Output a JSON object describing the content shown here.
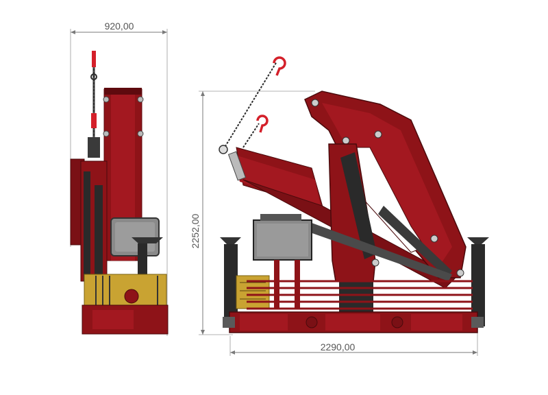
{
  "dimensions": {
    "side_width": "920,00",
    "height": "2252,00",
    "front_width": "2290,00"
  },
  "colors": {
    "crane_red": "#8e1318",
    "crane_red_light": "#b0202a",
    "crane_red_dark": "#5e0a0e",
    "cylinder_dark": "#2a2a2a",
    "valve_yellow": "#c9a332",
    "cover_gray": "#8a8a8a",
    "hook_red": "#d4202a",
    "dimension_line": "#7a7a7a"
  }
}
